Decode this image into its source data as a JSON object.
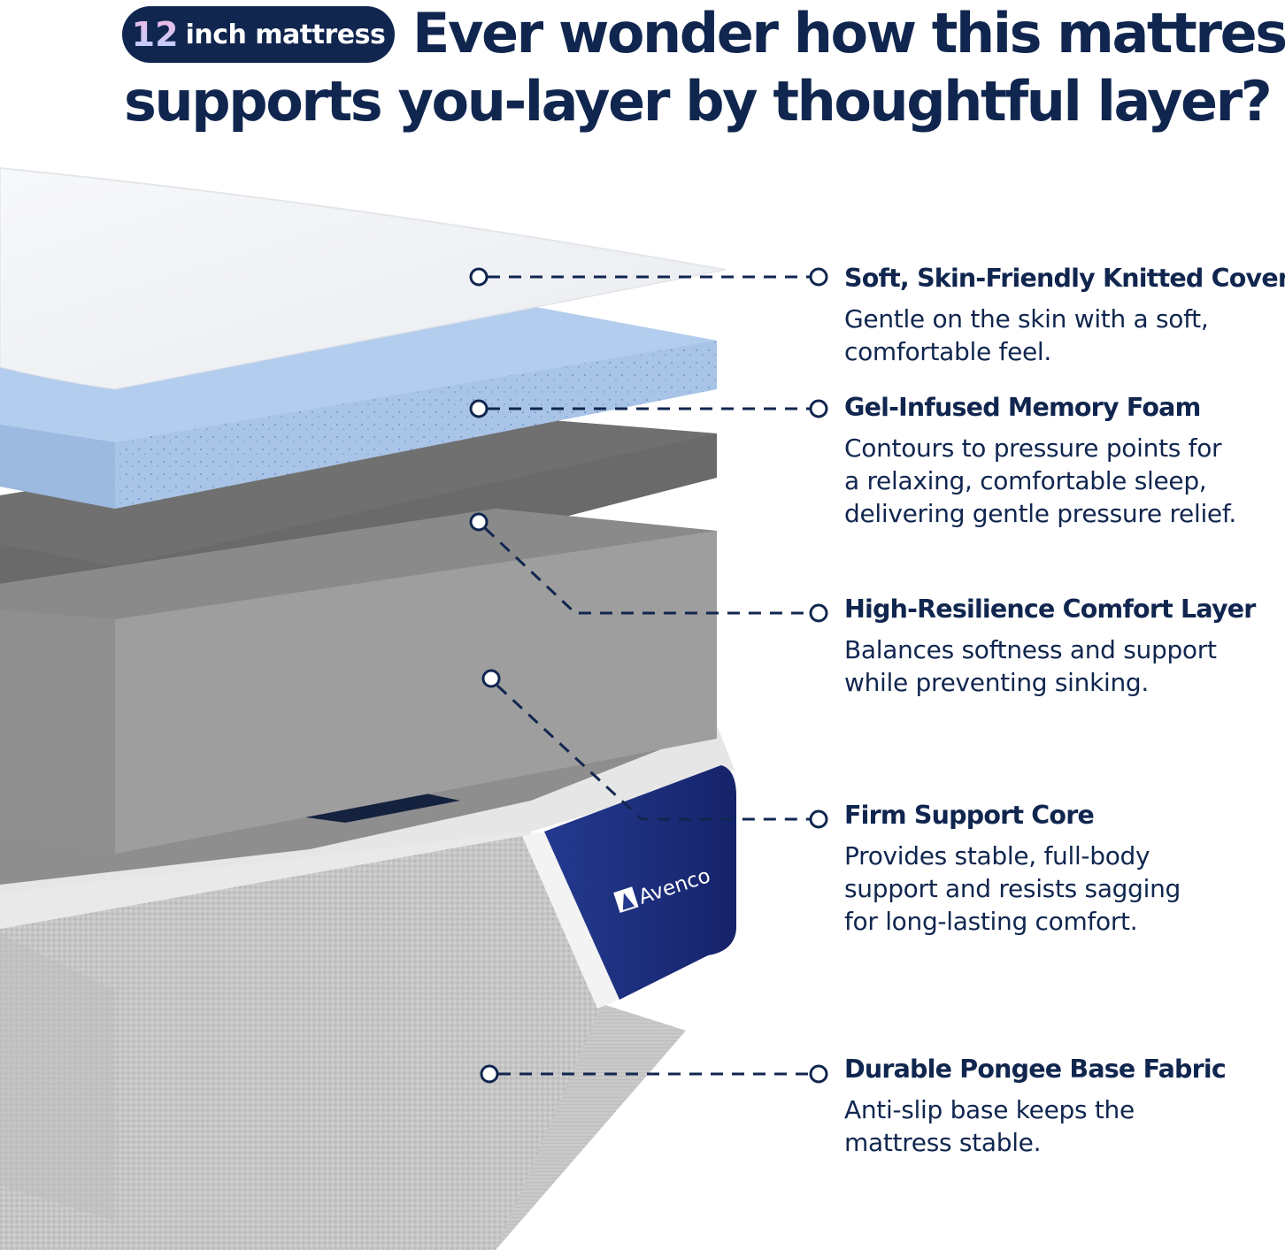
{
  "header": {
    "badge_number": "12",
    "badge_text": "inch mattress",
    "headline_line1": "Ever wonder how this mattress",
    "headline_line2": "supports you-layer by thoughtful layer?"
  },
  "brand": {
    "logo_text": "Avenco"
  },
  "layers": [
    {
      "title": "Soft, Skin-Friendly Knitted Cover",
      "lines": [
        "Gentle on the skin with a soft,",
        "comfortable feel."
      ]
    },
    {
      "title": "Gel-Infused Memory Foam",
      "lines": [
        "Contours to pressure points for",
        "a relaxing, comfortable sleep,",
        "delivering gentle pressure relief."
      ]
    },
    {
      "title": "High-Resilience Comfort Layer",
      "lines": [
        "Balances softness and support",
        "while preventing sinking."
      ]
    },
    {
      "title": "Firm Support Core",
      "lines": [
        "Provides stable, full-body",
        "support and resists sagging",
        "for long-lasting comfort."
      ]
    },
    {
      "title": "Durable Pongee Base Fabric",
      "lines": [
        "Anti-slip base keeps the",
        "mattress stable."
      ]
    }
  ],
  "colors": {
    "navy": "#10264f",
    "cover": "#f3f4f6",
    "gel": "#a7c3e6",
    "comfort": "#6c6c6c",
    "core": "#9b9b9b",
    "knit": "#c4c4c4",
    "border_blue": "#1d2c78"
  }
}
